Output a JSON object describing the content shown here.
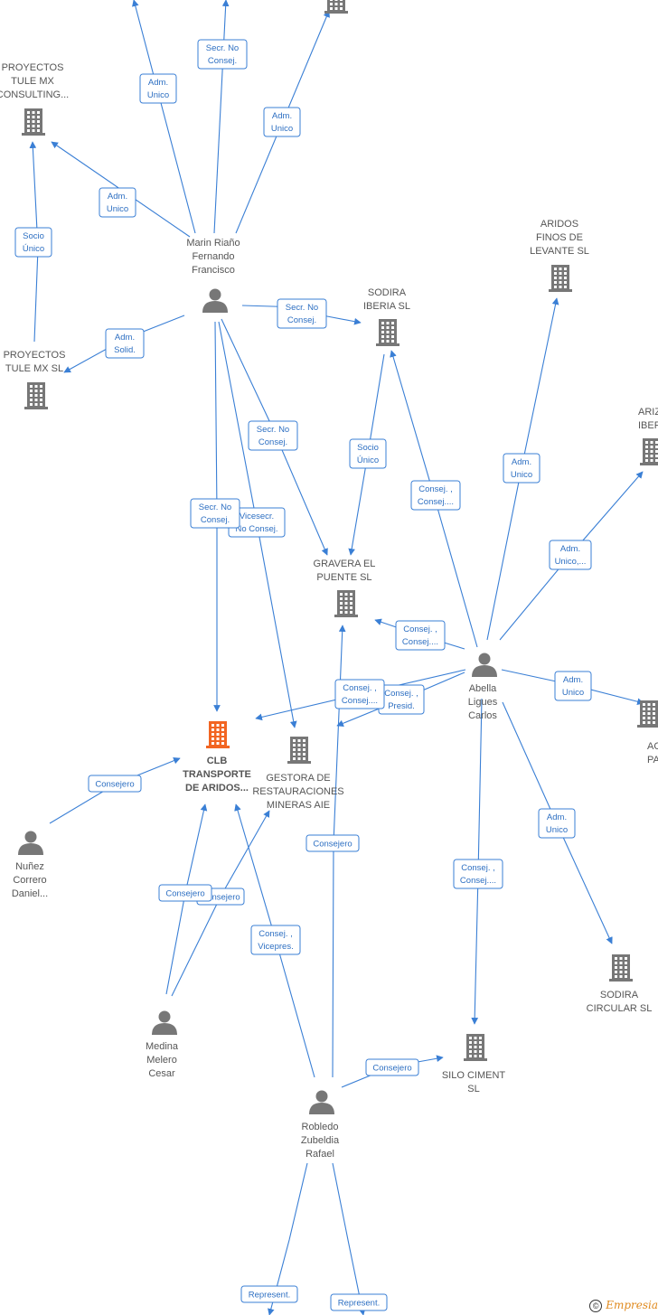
{
  "colors": {
    "edge": "#3a7fd5",
    "company": "#777777",
    "focus": "#f26522",
    "person": "#777777",
    "label": "#555555"
  },
  "nodes": [
    {
      "id": "proyectos_consulting",
      "type": "company",
      "label": [
        "PROYECTOS",
        "TULE MX",
        "CONSULTING..."
      ]
    },
    {
      "id": "proyectos_tule",
      "type": "company",
      "label": [
        "PROYECTOS",
        "TULE MX  SL"
      ]
    },
    {
      "id": "top_company",
      "type": "company",
      "label": []
    },
    {
      "id": "marin",
      "type": "person",
      "label": [
        "Marin Riaño",
        "Fernando",
        "Francisco"
      ]
    },
    {
      "id": "sodira_iberia",
      "type": "company",
      "label": [
        "SODIRA",
        "IBERIA  SL"
      ]
    },
    {
      "id": "aridos_finos",
      "type": "company",
      "label": [
        "ARIDOS",
        "FINOS DE",
        "LEVANTE  SL"
      ]
    },
    {
      "id": "ariz",
      "type": "company",
      "label": [
        "ARIZ",
        "IBERI"
      ]
    },
    {
      "id": "gravera",
      "type": "company",
      "label": [
        "GRAVERA EL",
        "PUENTE SL"
      ]
    },
    {
      "id": "abella",
      "type": "person",
      "label": [
        "Abella",
        "Ligues",
        "Carlos"
      ]
    },
    {
      "id": "clb",
      "type": "focus",
      "label": [
        "CLB",
        "TRANSPORTE",
        "DE ARIDOS..."
      ]
    },
    {
      "id": "gestora",
      "type": "company",
      "label": [
        "GESTORA DE",
        "RESTAURACIONES",
        "MINERAS  AIE"
      ]
    },
    {
      "id": "ac",
      "type": "company",
      "label": [
        "AC",
        "PAI"
      ]
    },
    {
      "id": "nunez",
      "type": "person",
      "label": [
        "Nuñez",
        "Correro",
        "Daniel..."
      ]
    },
    {
      "id": "medina",
      "type": "person",
      "label": [
        "Medina",
        "Melero",
        "Cesar"
      ]
    },
    {
      "id": "sodira_circular",
      "type": "company",
      "label": [
        "SODIRA",
        "CIRCULAR  SL"
      ]
    },
    {
      "id": "silo",
      "type": "company",
      "label": [
        "SILO CIMENT",
        "SL"
      ]
    },
    {
      "id": "robledo",
      "type": "person",
      "label": [
        "Robledo",
        "Zubeldia",
        "Rafael"
      ]
    }
  ],
  "edges": [
    {
      "id": "e-marin-up1",
      "label": [
        "Adm.",
        "Unico"
      ]
    },
    {
      "id": "e-marin-up2",
      "label": [
        "Secr.  No",
        "Consej."
      ]
    },
    {
      "id": "e-marin-top",
      "label": [
        "Adm.",
        "Unico"
      ]
    },
    {
      "id": "e-marin-consulting",
      "label": [
        "Adm.",
        "Unico"
      ]
    },
    {
      "id": "e-tule-consulting",
      "label": [
        "Socio",
        "Único"
      ]
    },
    {
      "id": "e-marin-tule",
      "label": [
        "Adm.",
        "Solid."
      ]
    },
    {
      "id": "e-marin-sodira",
      "label": [
        "Secr.  No",
        "Consej."
      ]
    },
    {
      "id": "e-marin-gravera",
      "label": [
        "Secr.  No",
        "Consej."
      ]
    },
    {
      "id": "e-marin-gestora",
      "label": [
        "Vicesecr.",
        "No Consej."
      ]
    },
    {
      "id": "e-marin-clb",
      "label": [
        "Secr.  No",
        "Consej."
      ]
    },
    {
      "id": "e-sodira-gravera",
      "label": [
        "Socio",
        "Único"
      ]
    },
    {
      "id": "e-abella-sodira",
      "label": [
        "Consej. ,",
        "Consej...."
      ]
    },
    {
      "id": "e-abella-aridos",
      "label": [
        "Adm.",
        "Unico"
      ]
    },
    {
      "id": "e-abella-ariz",
      "label": [
        "Adm.",
        "Unico,..."
      ]
    },
    {
      "id": "e-abella-gravera",
      "label": [
        "Consej. ,",
        "Consej...."
      ]
    },
    {
      "id": "e-abella-gestora",
      "label": [
        "Consej. ,",
        "Presid."
      ]
    },
    {
      "id": "e-abella-clb",
      "label": [
        "Consej. ,",
        "Consej...."
      ]
    },
    {
      "id": "e-abella-ac",
      "label": [
        "Adm.",
        "Unico"
      ]
    },
    {
      "id": "e-abella-sodira-circ",
      "label": [
        "Adm.",
        "Unico"
      ]
    },
    {
      "id": "e-abella-silo",
      "label": [
        "Consej. ,",
        "Consej...."
      ]
    },
    {
      "id": "e-nunez-clb",
      "label": [
        "Consejero"
      ]
    },
    {
      "id": "e-medina-gestora",
      "label": [
        "Consejero"
      ]
    },
    {
      "id": "e-medina-clb",
      "label": [
        "Consejero"
      ]
    },
    {
      "id": "e-robledo-gravera",
      "label": [
        "Consejero"
      ]
    },
    {
      "id": "e-robledo-clb",
      "label": [
        "Consej. ,",
        "Vicepres."
      ]
    },
    {
      "id": "e-robledo-silo",
      "label": [
        "Consejero"
      ]
    },
    {
      "id": "e-robledo-down1",
      "label": [
        "Represent."
      ]
    },
    {
      "id": "e-robledo-down2",
      "label": [
        "Represent."
      ]
    }
  ],
  "footer": {
    "copyright": "©",
    "brand": "Empresia"
  }
}
